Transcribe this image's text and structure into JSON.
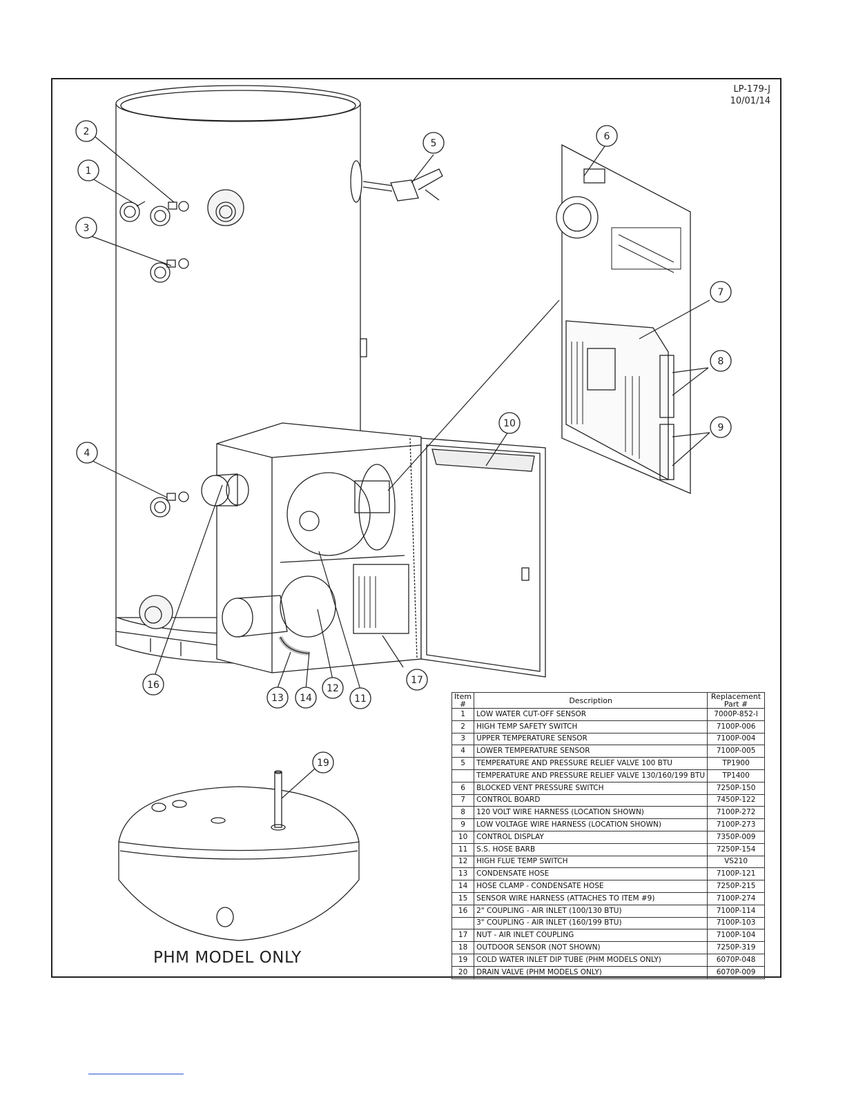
{
  "document": {
    "doc_number": "LP-179-J",
    "date": "10/01/14"
  },
  "callouts": [
    "1",
    "2",
    "3",
    "4",
    "5",
    "6",
    "7",
    "8",
    "9",
    "10",
    "11",
    "12",
    "13",
    "14",
    "16",
    "17",
    "19"
  ],
  "phm_label": "PHM MODEL ONLY",
  "parts_table": {
    "headers": {
      "item": "Item #",
      "description": "Description",
      "part": "Replacement Part #"
    },
    "rows": [
      {
        "item": "1",
        "description": "LOW WATER CUT-OFF SENSOR",
        "part": "7000P-852-I"
      },
      {
        "item": "2",
        "description": "HIGH TEMP SAFETY SWITCH",
        "part": "7100P-006"
      },
      {
        "item": "3",
        "description": "UPPER TEMPERATURE SENSOR",
        "part": "7100P-004"
      },
      {
        "item": "4",
        "description": "LOWER TEMPERATURE SENSOR",
        "part": "7100P-005"
      },
      {
        "item": "5",
        "description": "TEMPERATURE AND PRESSURE RELIEF VALVE 100 BTU",
        "part": "TP1900"
      },
      {
        "item": "",
        "description": "TEMPERATURE AND PRESSURE RELIEF VALVE 130/160/199 BTU",
        "part": "TP1400"
      },
      {
        "item": "6",
        "description": "BLOCKED VENT PRESSURE SWITCH",
        "part": "7250P-150"
      },
      {
        "item": "7",
        "description": "CONTROL BOARD",
        "part": "7450P-122"
      },
      {
        "item": "8",
        "description": "120 VOLT WIRE HARNESS (LOCATION SHOWN)",
        "part": "7100P-272"
      },
      {
        "item": "9",
        "description": "LOW VOLTAGE WIRE HARNESS (LOCATION SHOWN)",
        "part": "7100P-273"
      },
      {
        "item": "10",
        "description": "CONTROL DISPLAY",
        "part": "7350P-009"
      },
      {
        "item": "11",
        "description": "S.S. HOSE BARB",
        "part": "7250P-154"
      },
      {
        "item": "12",
        "description": "HIGH FLUE TEMP SWITCH",
        "part": "VS210"
      },
      {
        "item": "13",
        "description": "CONDENSATE HOSE",
        "part": "7100P-121"
      },
      {
        "item": "14",
        "description": "HOSE CLAMP - CONDENSATE HOSE",
        "part": "7250P-215"
      },
      {
        "item": "15",
        "description": "SENSOR WIRE HARNESS (ATTACHES TO ITEM #9)",
        "part": "7100P-274"
      },
      {
        "item": "16",
        "description": "2\" COUPLING - AIR INLET (100/130 BTU)",
        "part": "7100P-114"
      },
      {
        "item": "",
        "description": "3\" COUPLING - AIR INLET (160/199 BTU)",
        "part": "7100P-103"
      },
      {
        "item": "17",
        "description": "NUT - AIR INLET COUPLING",
        "part": "7100P-104"
      },
      {
        "item": "18",
        "description": "OUTDOOR SENSOR (NOT SHOWN)",
        "part": "7250P-319"
      },
      {
        "item": "19",
        "description": "COLD WATER INLET DIP TUBE (PHM MODELS ONLY)",
        "part": "6070P-048"
      },
      {
        "item": "20",
        "description": "DRAIN VALVE (PHM MODELS ONLY)",
        "part": "6070P-009"
      }
    ]
  }
}
